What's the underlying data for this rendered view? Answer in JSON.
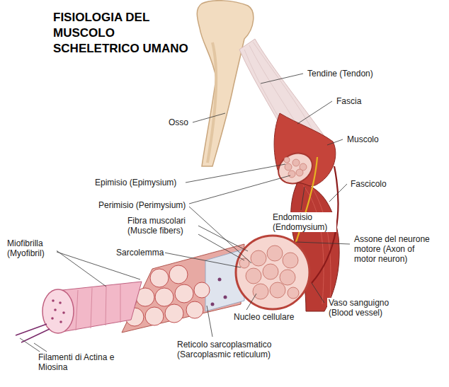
{
  "diagram": {
    "title": "FISIOLOGIA DEL MUSCOLO SCHELETRICO UMANO",
    "labels": [
      "Tendine (Tendon)",
      "Fascia",
      "Osso",
      "Muscolo",
      "Epimisio (Epimysium)",
      "Fascicolo",
      "Perimisio (Perimysium)",
      "Endomisio (Endomysium)",
      "Fibra muscolari (Muscle fibers)",
      "Assone del neurone motore (Axon of motor neuron)",
      "Sarcolemma",
      "Miofibrilla (Myofibril)",
      "Vaso sanguigno (Blood vessel)",
      "Nucleo cellulare",
      "Reticolo sarcoplasmatico (Sarcoplasmic reticulum)",
      "Filamenti di Actina e Miosina"
    ]
  }
}
